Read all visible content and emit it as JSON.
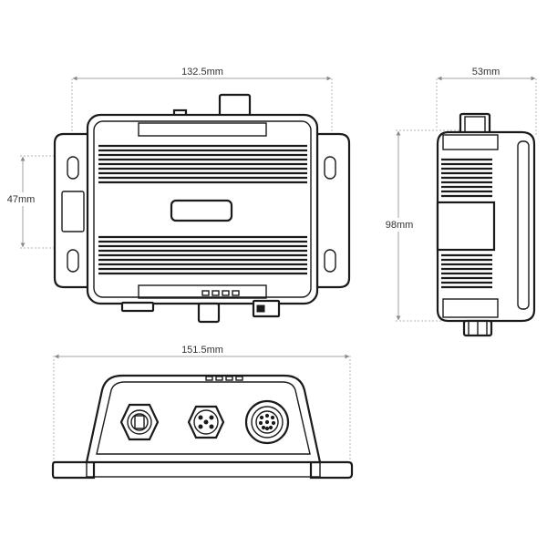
{
  "dimensions": {
    "top_width": "132.5mm",
    "side_depth": "53mm",
    "hole_spacing": "47mm",
    "height": "98mm",
    "front_width": "151.5mm"
  },
  "colors": {
    "line": "#1a1a1a",
    "dimension": "#888888",
    "background": "#ffffff"
  }
}
